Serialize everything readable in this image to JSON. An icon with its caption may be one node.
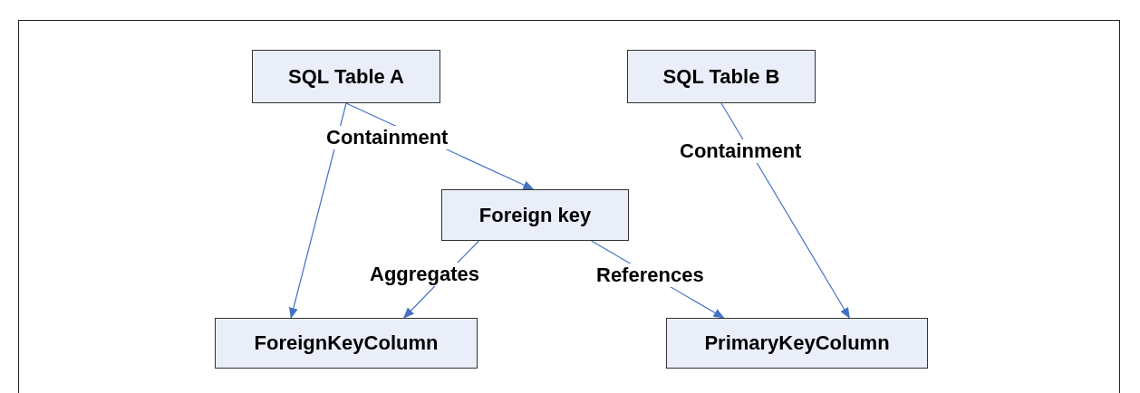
{
  "diagram": {
    "nodes": [
      {
        "text": [
          "SQL Table A"
        ]
      },
      {
        "text": [
          "SQL Table B"
        ]
      },
      {
        "text": [
          "Foreign key"
        ]
      },
      {
        "text": [
          "ForeignKeyColumn"
        ]
      },
      {
        "text": [
          "PrimaryKeyColumn"
        ]
      }
    ],
    "edges": [
      {
        "from": 0,
        "to": 2,
        "arrow": "to",
        "label": "Containment"
      },
      {
        "from": 0,
        "to": 3,
        "arrow": "to"
      },
      {
        "from": 1,
        "to": 4,
        "arrow": "to",
        "label": "Containment"
      },
      {
        "from": 2,
        "to": 3,
        "arrow": "to",
        "label": "Aggregates"
      },
      {
        "from": 2,
        "to": 4,
        "arrow": "to",
        "label": "References"
      }
    ]
  }
}
